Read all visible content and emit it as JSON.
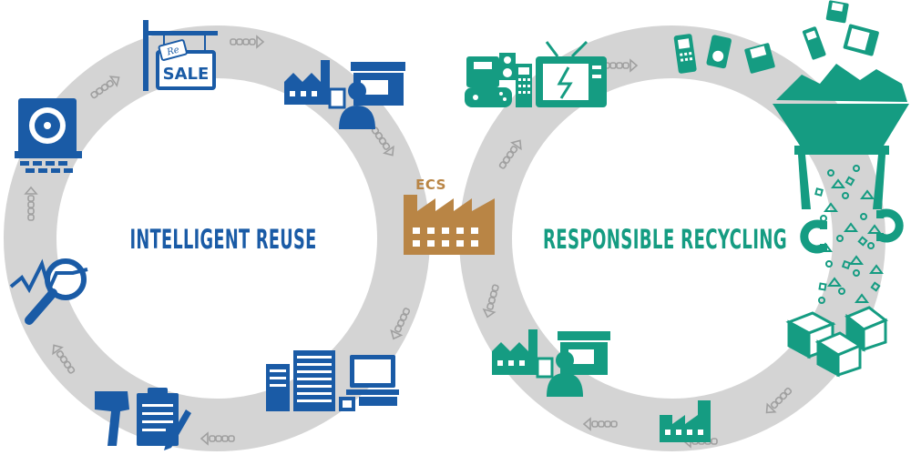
{
  "left_cycle": {
    "title": "INTELLIGENT REUSE",
    "color": "#1a5ba6"
  },
  "right_cycle": {
    "title": "RESPONSIBLE RECYCLING",
    "color": "#159c82"
  },
  "center": {
    "label": "ECS",
    "color": "#b98545"
  },
  "ring_color": "#d4d4d4",
  "arrow_color": "#a0a0a0",
  "sale_sign": {
    "prefix": "Re",
    "text": "SALE"
  },
  "icons": {
    "left": [
      "hard-drive-shredder-icon",
      "resale-sign-icon",
      "factory-customer-icon",
      "servers-computer-icon",
      "barcode-scanner-clipboard-icon",
      "diagnostics-magnifier-icon"
    ],
    "right": [
      "consumer-electronics-icon",
      "mobile-devices-icon",
      "shredder-hopper-icon",
      "magnets-icon",
      "sorted-materials-boxes-icon",
      "factory-icon",
      "factory-customer-icon"
    ]
  }
}
